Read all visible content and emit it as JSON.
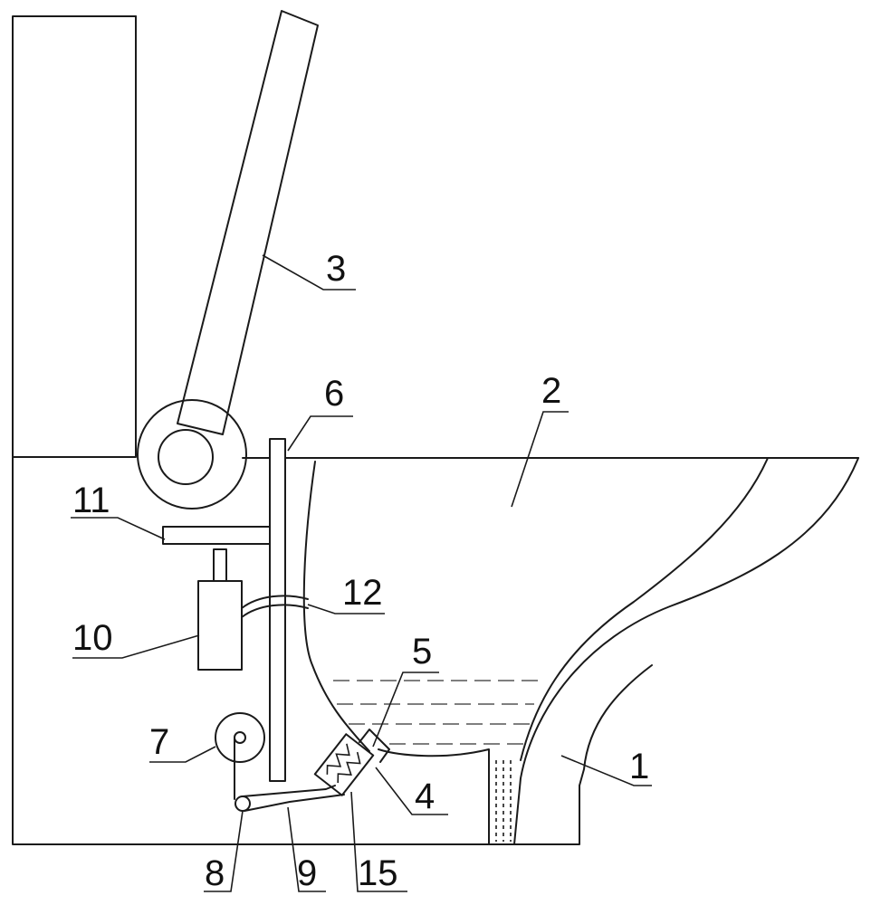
{
  "labels": {
    "l1": "1",
    "l2": "2",
    "l3": "3",
    "l4": "4",
    "l5": "5",
    "l6": "6",
    "l7": "7",
    "l8": "8",
    "l9": "9",
    "l10": "10",
    "l11": "11",
    "l12": "12",
    "l15": "15"
  },
  "colors": {
    "stroke": "#1a1a1a",
    "background": "#ffffff",
    "water": "#555555"
  }
}
